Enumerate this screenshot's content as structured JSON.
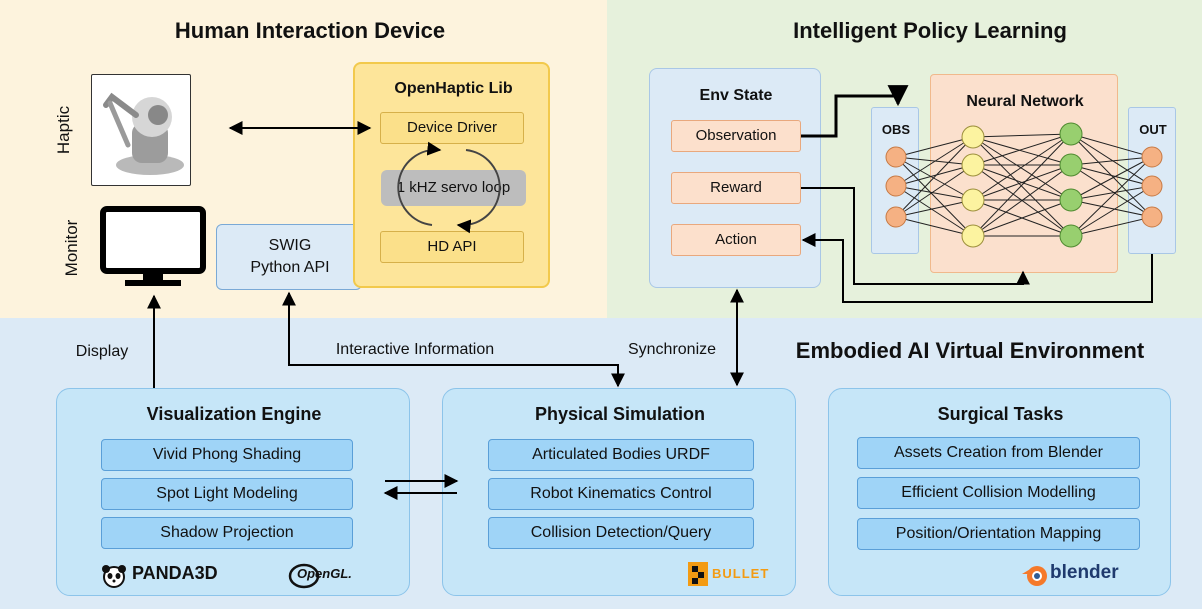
{
  "panels": {
    "hid_title": "Human Interaction Device",
    "ipl_title": "Intelligent Policy Learning",
    "eai_title": "Embodied AI Virtual Environment"
  },
  "hid": {
    "haptic_label": "Haptic",
    "monitor_label": "Monitor",
    "openhaptic_title": "OpenHaptic Lib",
    "device_driver": "Device Driver",
    "servo_loop": "1 kHZ servo loop",
    "hd_api": "HD API",
    "swig_line1": "SWIG",
    "swig_line2": "Python API"
  },
  "ipl": {
    "env_state_title": "Env State",
    "observation": "Observation",
    "reward": "Reward",
    "action": "Action",
    "obs": "OBS",
    "neural_network": "Neural Network",
    "out": "OUT"
  },
  "links": {
    "display": "Display",
    "interactive_information": "Interactive Information",
    "synchronize": "Synchronize"
  },
  "visualization": {
    "title": "Visualization Engine",
    "items": [
      "Vivid Phong Shading",
      "Spot Light Modeling",
      "Shadow Projection"
    ],
    "logo1": "PANDA3D",
    "logo2": "OpenGL."
  },
  "physics": {
    "title": "Physical Simulation",
    "items": [
      "Articulated Bodies URDF",
      "Robot Kinematics Control",
      "Collision Detection/Query"
    ],
    "logo": "BULLET"
  },
  "surgical": {
    "title": "Surgical Tasks",
    "items": [
      "Assets Creation from Blender",
      "Efficient Collision Modelling",
      "Position/Orientation Mapping"
    ],
    "logo": "blender"
  },
  "colors": {
    "hid_bg": "#fdf3dd",
    "ipl_bg": "#e6f1dc",
    "eai_bg": "#dceaf6",
    "item_fill": "#9fd4f7",
    "orange_node": "#f5b183",
    "yellow_node": "#fcf3a0",
    "green_node": "#98cf6f"
  }
}
